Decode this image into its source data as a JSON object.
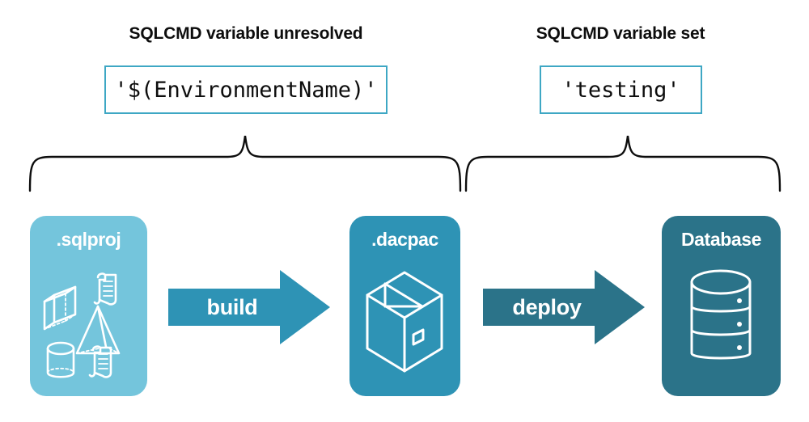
{
  "headings": {
    "left": "SQLCMD variable unresolved",
    "right": "SQLCMD variable set"
  },
  "code_boxes": {
    "left": "'$(EnvironmentName)'",
    "right": "'testing'"
  },
  "nodes": [
    {
      "key": "sqlproj",
      "label": ".sqlproj",
      "color": "#74C5DC",
      "art": "shapes-and-scripts-icon"
    },
    {
      "key": "dacpac",
      "label": ".dacpac",
      "color": "#2E93B5",
      "art": "package-box-icon"
    },
    {
      "key": "database",
      "label": "Database",
      "color": "#2B7389",
      "art": "database-cylinder-icon"
    }
  ],
  "arrows": [
    {
      "key": "build",
      "label": "build",
      "color": "#2E93B5"
    },
    {
      "key": "deploy",
      "label": "deploy",
      "color": "#2B7389"
    }
  ],
  "braces": {
    "left_span": "sqlproj-to-dacpac",
    "right_span": "dacpac-to-database",
    "color": "#0d0d0d"
  }
}
